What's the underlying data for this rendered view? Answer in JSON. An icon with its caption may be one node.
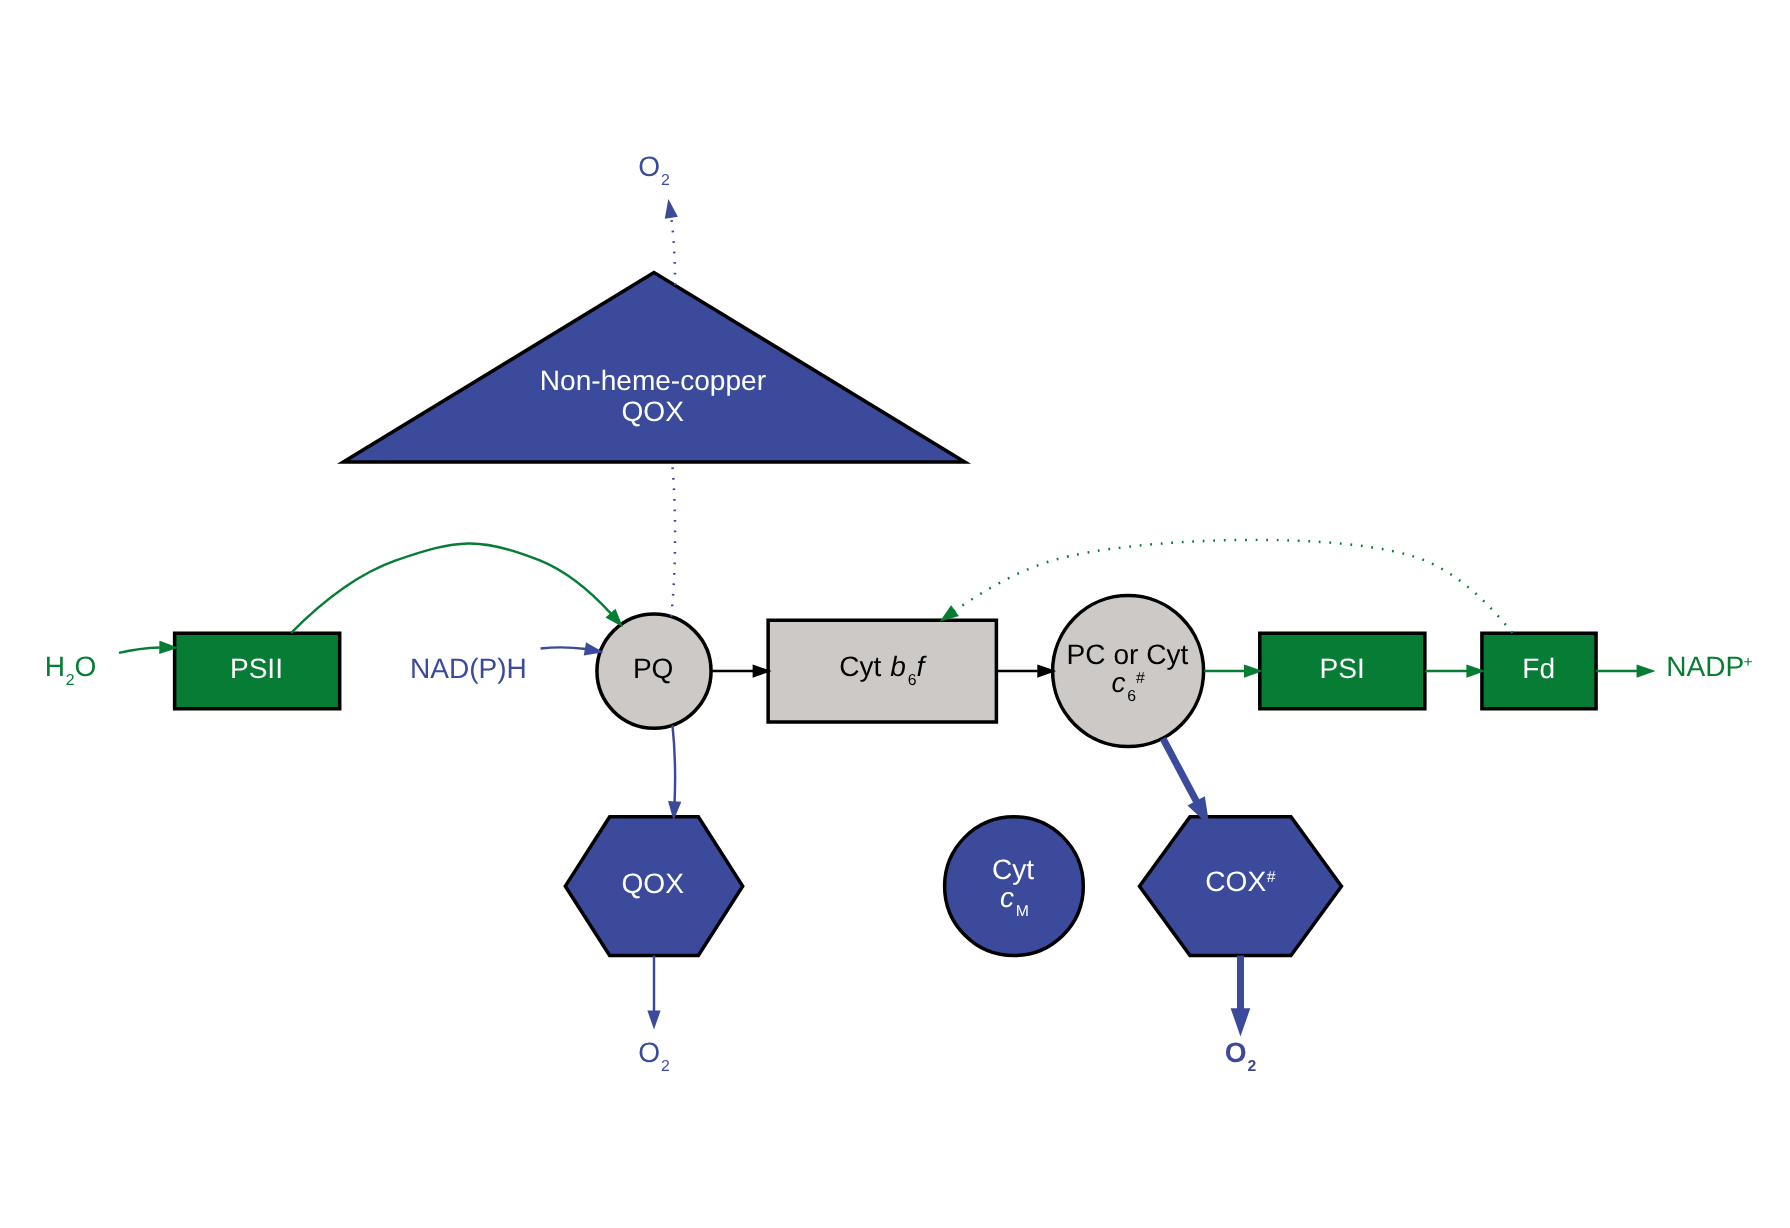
{
  "diagram": {
    "nodes": [
      {
        "text": [
          "O$_{2}$"
        ]
      },
      {
        "text": [
          "Non-heme-copper QOX"
        ]
      },
      {
        "text": [
          "H$_{2}$O"
        ]
      },
      {
        "text": [
          "PSII"
        ]
      },
      {
        "text": [
          "PQ"
        ]
      },
      {
        "text": [
          "NAD(P)H"
        ]
      },
      {
        "text": [
          "Cyt *b*$_{6}$*f*"
        ]
      },
      {
        "text": [
          "PC or Cyt *c*$_{6}$$^{#}$"
        ]
      },
      {
        "text": [
          "PSI"
        ]
      },
      {
        "text": [
          "Fd"
        ]
      },
      {
        "text": [
          "NADP$^{+}$"
        ]
      },
      {
        "text": [
          "Cyt *c*$_{M}$"
        ]
      },
      {
        "text": [
          "QOX"
        ]
      },
      {
        "text": [
          "COX$^{#}$"
        ]
      },
      {
        "text": [
          "O$_{2}$"
        ]
      },
      {
        "text": [
          "O$_{2}$"
        ]
      }
    ],
    "edges": [
      {
        "from": 1,
        "to": 0,
        "arrow": "to",
        "style": "dashed",
        "color": "#3c4a9c"
      },
      {
        "from": 4,
        "to": 1,
        "arrow": "none",
        "style": "dashed",
        "color": "#3c4a9c"
      },
      {
        "from": 2,
        "to": 3,
        "arrow": "to",
        "color": "#067c34"
      },
      {
        "from": 3,
        "to": 4,
        "arrow": "to",
        "color": "#067c34"
      },
      {
        "from": 5,
        "to": 4,
        "arrow": "to",
        "color": "#3c4a9c"
      },
      {
        "from": 4,
        "to": 6,
        "arrow": "to",
        "color": "#000000"
      },
      {
        "from": 6,
        "to": 7,
        "arrow": "to",
        "color": "#000000"
      },
      {
        "from": 7,
        "to": 8,
        "arrow": "to",
        "color": "#067c34"
      },
      {
        "from": 8,
        "to": 9,
        "arrow": "to",
        "color": "#067c34"
      },
      {
        "from": 9,
        "to": 10,
        "arrow": "to",
        "color": "#067c34"
      },
      {
        "from": 9,
        "to": 6,
        "arrow": "to",
        "style": "dashed",
        "color": "#067c34"
      },
      {
        "from": 4,
        "to": 12,
        "arrow": "to",
        "color": "#3c4a9c"
      },
      {
        "from": 12,
        "to": 14,
        "arrow": "to",
        "color": "#3c4a9c"
      },
      {
        "from": 7,
        "to": 13,
        "arrow": "to",
        "style": "thick",
        "color": "#3c4a9c"
      },
      {
        "from": 13,
        "to": 15,
        "arrow": "to",
        "style": "thick",
        "color": "#3c4a9c"
      }
    ]
  }
}
